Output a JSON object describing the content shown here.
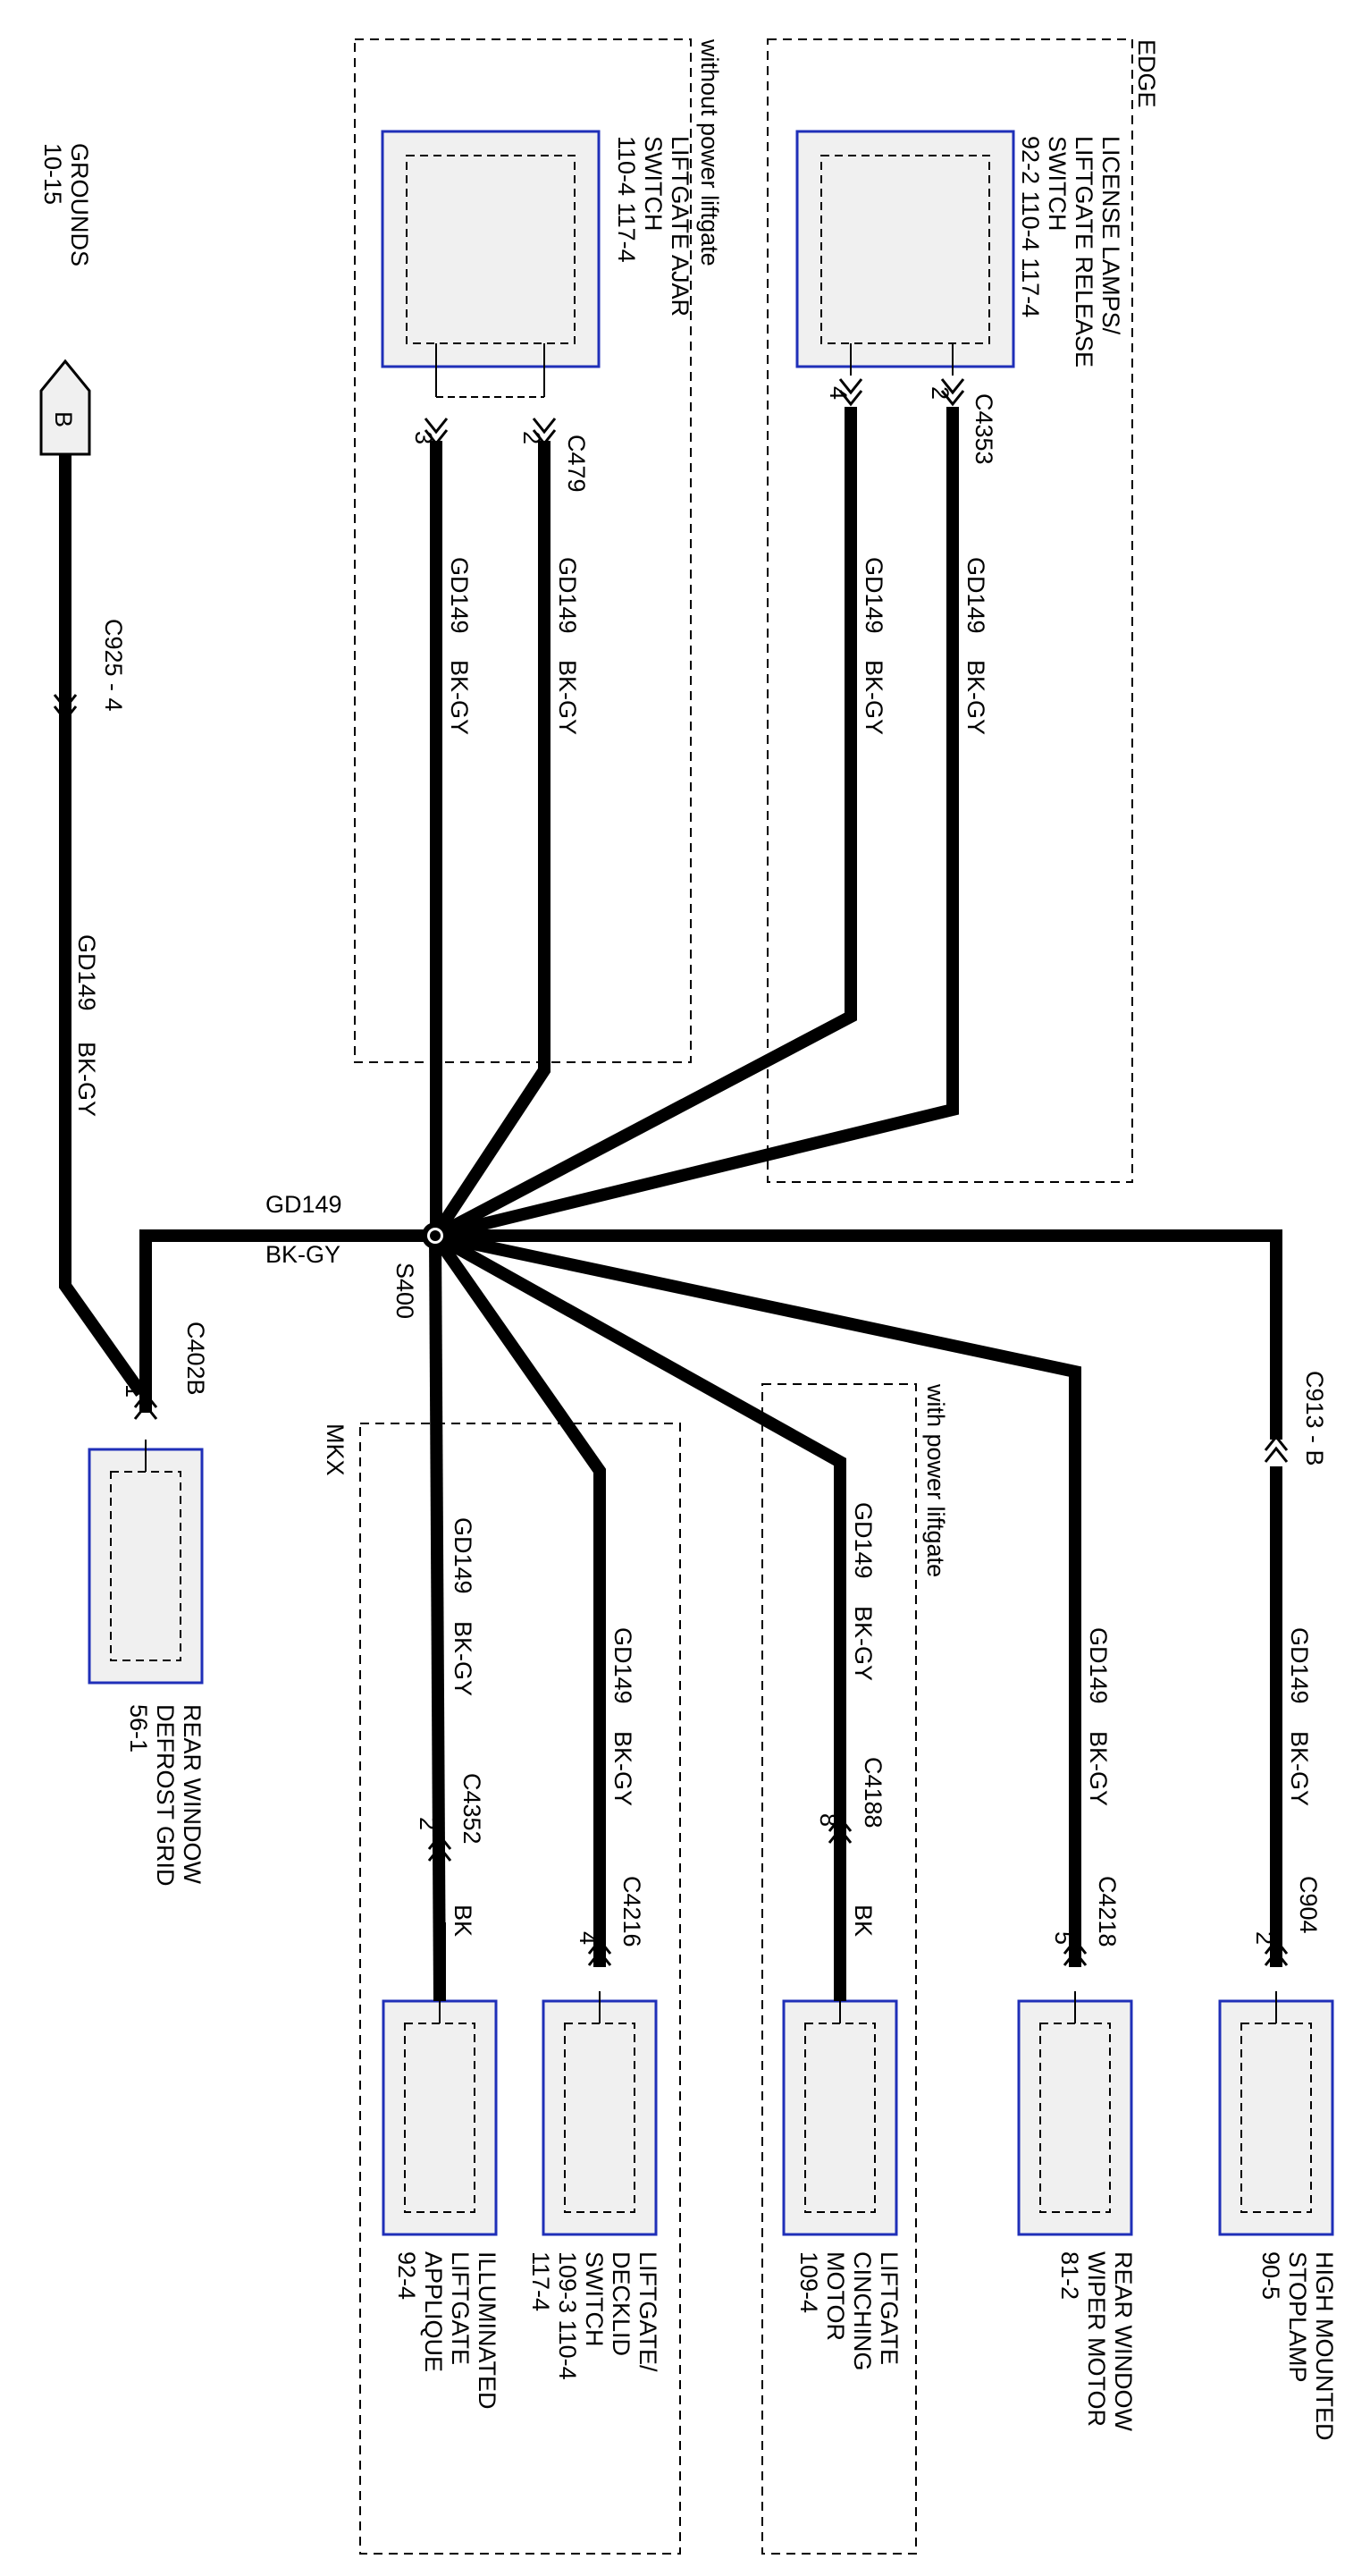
{
  "grounds": {
    "title": "GROUNDS",
    "ref": "10-15"
  },
  "ground_tag": {
    "label": "B"
  },
  "wire_code": "GD149",
  "wire_color": "BK-GY",
  "wire_color_bk": "BK",
  "splice": {
    "label": "S400"
  },
  "groups": {
    "without_power_liftgate": "without power liftgate",
    "edge": "EDGE",
    "mkx": "MKX",
    "with_power_liftgate": "with power liftgate"
  },
  "connectors": {
    "c925": "C925 - 4",
    "c402b": "C402B",
    "c479": "C479",
    "c4353": "C4353",
    "c913": "C913 - B",
    "c4352": "C4352",
    "c4216": "C4216",
    "c4188": "C4188",
    "c4218": "C4218",
    "c904": "C904"
  },
  "pins": {
    "c402b": "1",
    "ajar_a": "3",
    "ajar_b": "2",
    "license_a": "4",
    "license_b": "2",
    "c4352": "2",
    "c4216": "4",
    "c4188": "8",
    "c4218": "5",
    "c904": "2"
  },
  "components": {
    "liftgate_ajar": [
      "LIFTGATE AJAR",
      "SWITCH",
      "110-4   117-4"
    ],
    "license_lamps": [
      "LICENSE LAMPS/",
      "LIFTGATE RELEASE",
      "SWITCH",
      "92-2    110-4   117-4"
    ],
    "rear_defrost": [
      "REAR WINDOW",
      "DEFROST GRID",
      "56-1"
    ],
    "illuminated_applique": [
      "ILLUMINATED",
      "LIFTGATE",
      "APPLIQUE",
      "92-4"
    ],
    "deckid_switch": [
      "LIFTGATE/",
      "DECKLID",
      "SWITCH",
      "109-3    110-4",
      "117-4"
    ],
    "cinching_motor": [
      "LIFTGATE",
      "CINCHING",
      "MOTOR",
      "109-4"
    ],
    "wiper_motor": [
      "REAR WINDOW",
      "WIPER MOTOR",
      "81-2"
    ],
    "stoplamp": [
      "HIGH MOUNTED",
      "STOPLAMP",
      "90-5"
    ]
  }
}
